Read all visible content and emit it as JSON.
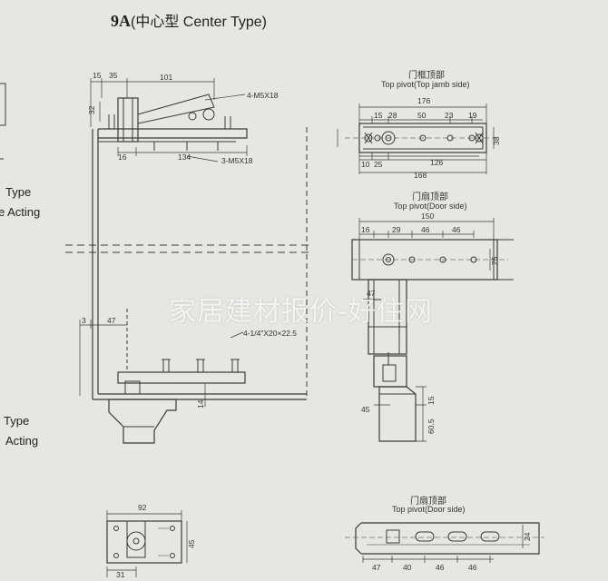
{
  "header": {
    "model": "9A",
    "subtitle": "(中心型 Center Type)"
  },
  "side_labels": {
    "upper_type": "Type",
    "upper_acting": "e Acting",
    "lower_type": "Type",
    "lower_acting": "Acting"
  },
  "views": {
    "frame_top": {
      "zh": "门框顶部",
      "en": "Top pivot(Top jamb side)"
    },
    "door_top": {
      "zh": "门扇顶部",
      "en": "Top pivot(Door side)"
    },
    "door_top_2": {
      "zh": "门扇顶部",
      "en": "Top pivot(Door side)"
    }
  },
  "callouts": {
    "screw_a": "4-M5X18",
    "screw_b": "3-M5X18",
    "screw_c": "4-1/4\"X20×22.5"
  },
  "dims_main": {
    "d15": "15",
    "d35": "35",
    "d101": "101",
    "d32": "32",
    "d16": "16",
    "d134": "134",
    "d3": "3",
    "d47": "47",
    "d14": "14"
  },
  "dims_frame": {
    "d176": "176",
    "d15": "15",
    "d28": "28",
    "d50": "50",
    "d23": "23",
    "d19": "19",
    "d10": "10",
    "d25": "25",
    "d126": "126",
    "d168": "168",
    "d38": "38"
  },
  "dims_door": {
    "d150": "150",
    "d16": "16",
    "d29": "29",
    "d46a": "46",
    "d46b": "46",
    "d25": "25"
  },
  "dims_arm": {
    "d47": "47",
    "d45": "45",
    "d15": "15",
    "d605": "60.5"
  },
  "dims_bottom_left": {
    "d92": "92",
    "d45": "45",
    "d31": "31"
  },
  "dims_bottom_right": {
    "d47": "47",
    "d40": "40",
    "d46a": "46",
    "d46b": "46",
    "d24": "24"
  },
  "watermark": "家居建材报价-好住网"
}
